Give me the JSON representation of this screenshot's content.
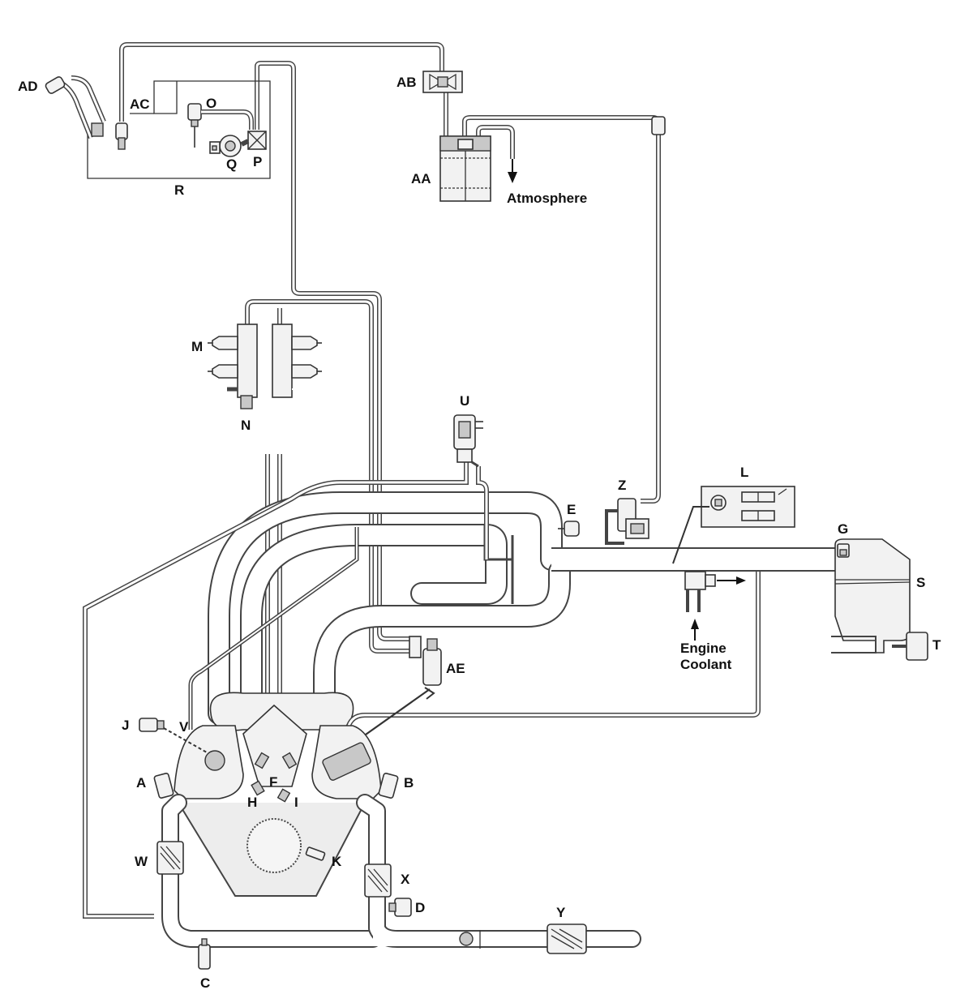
{
  "diagram": {
    "labels": {
      "A": "A",
      "B": "B",
      "C": "C",
      "D": "D",
      "E": "E",
      "F": "F",
      "G": "G",
      "H": "H",
      "I": "I",
      "J": "J",
      "K": "K",
      "L": "L",
      "M": "M",
      "N": "N",
      "O": "O",
      "P": "P",
      "Q": "Q",
      "R": "R",
      "S": "S",
      "T": "T",
      "U": "U",
      "V": "V",
      "W": "W",
      "X": "X",
      "Y": "Y",
      "Z": "Z",
      "AA": "AA",
      "AB": "AB",
      "AC": "AC",
      "AD": "AD",
      "AE": "AE"
    },
    "annotations": {
      "atmosphere": "Atmosphere",
      "engine_coolant_line1": "Engine",
      "engine_coolant_line2": "Coolant"
    }
  }
}
